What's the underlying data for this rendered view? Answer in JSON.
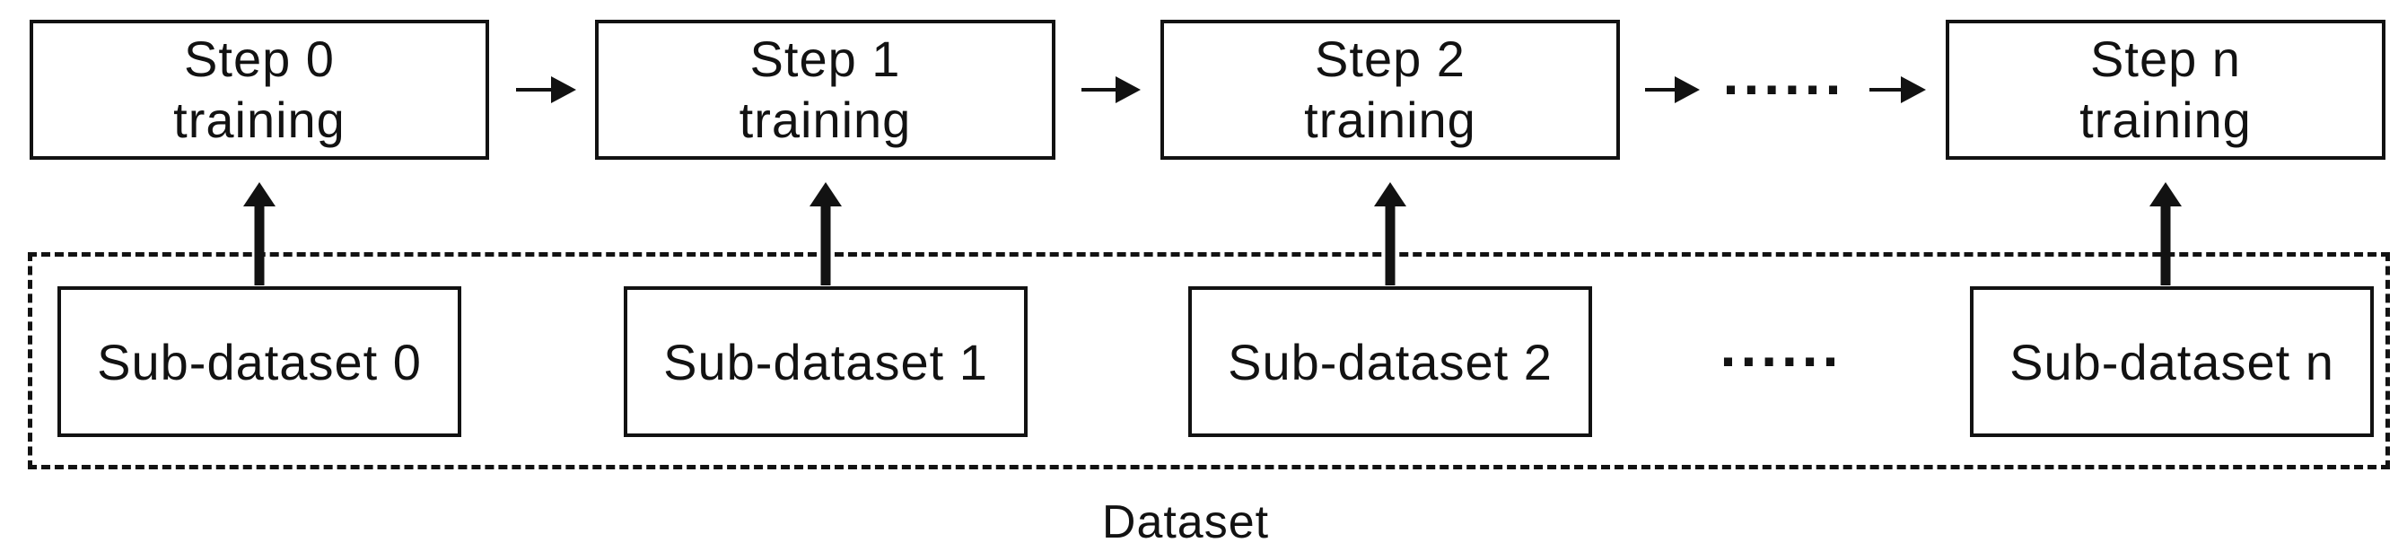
{
  "page": {
    "background": "#ffffff",
    "ink_color": "#121212"
  },
  "training_row": {
    "steps": [
      {
        "line1": "Step 0",
        "line2": "training"
      },
      {
        "line1": "Step 1",
        "line2": "training"
      },
      {
        "line1": "Step 2",
        "line2": "training"
      },
      {
        "line1": "Step n",
        "line2": "training"
      }
    ],
    "ellipsis": "......"
  },
  "dataset_box": {
    "label": "Dataset",
    "sub_datasets": [
      {
        "label": "Sub-dataset 0"
      },
      {
        "label": "Sub-dataset 1"
      },
      {
        "label": "Sub-dataset 2"
      },
      {
        "label": "Sub-dataset n"
      }
    ],
    "ellipsis": "......"
  }
}
